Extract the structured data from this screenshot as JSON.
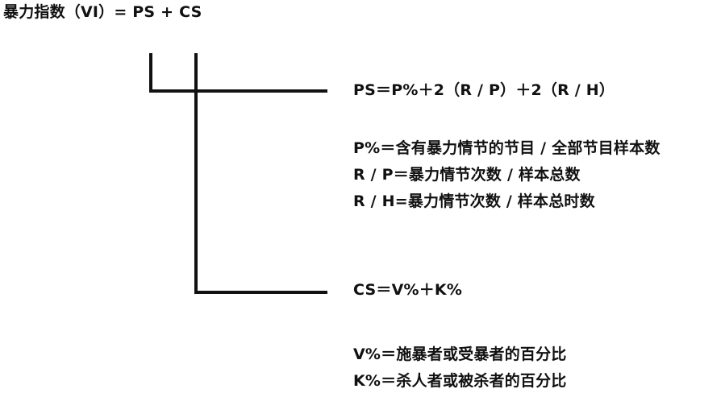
{
  "title": "暴力指数（VI）= PS + CS",
  "ps": {
    "formula": "PS＝P%＋2（R / P）＋2（R / H）",
    "definitions": [
      "P%＝含有暴力情节的节目 / 全部节目样本数",
      "R / P＝暴力情节次数 / 样本总数",
      "R / H=暴力情节次数 / 样本总时数"
    ]
  },
  "cs": {
    "formula": "CS＝V%＋K%",
    "definitions": [
      "V%＝施暴者或受暴者的百分比",
      "K%＝杀人者或被杀者的百分比"
    ]
  },
  "colors": {
    "text": "#111111",
    "lines": "#111111",
    "background": "#ffffff"
  }
}
